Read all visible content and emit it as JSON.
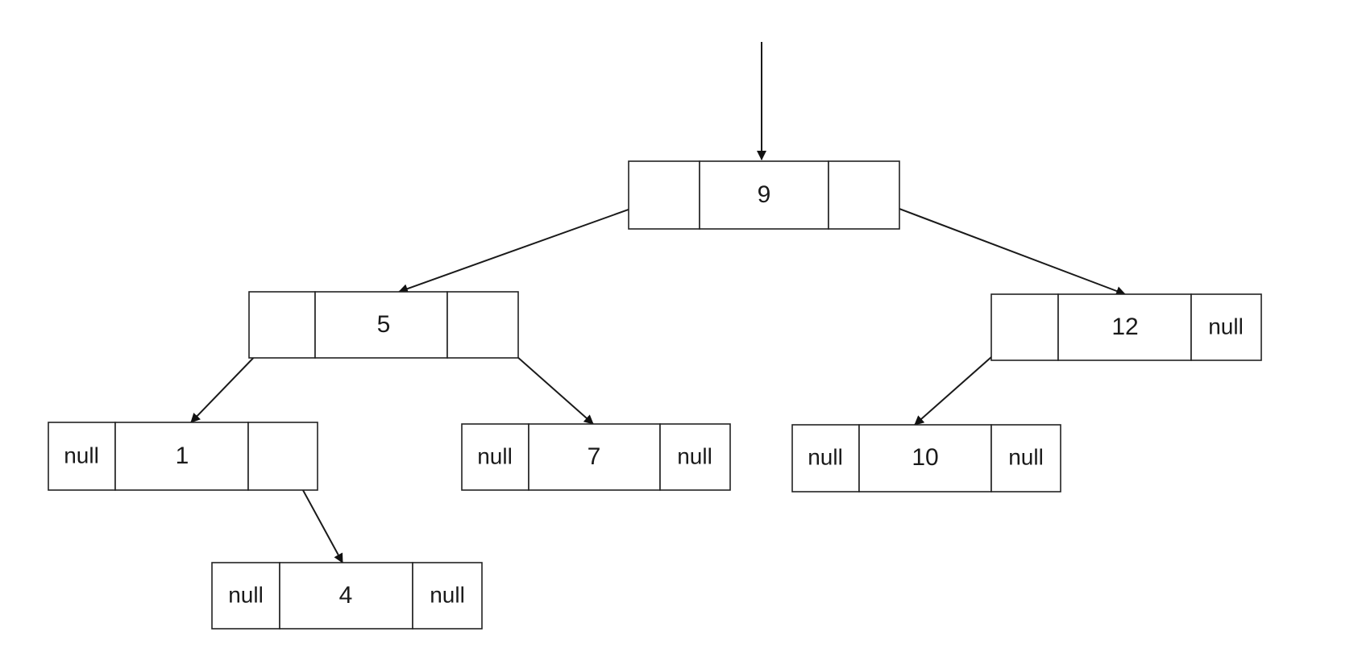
{
  "tree": {
    "root_pointer": {
      "icon": "arrow-down-icon"
    },
    "null_text": "null",
    "nodes": [
      {
        "id": "n9",
        "value": "9",
        "left": "n5",
        "right": "n12"
      },
      {
        "id": "n5",
        "value": "5",
        "left": "n1",
        "right": "n7"
      },
      {
        "id": "n12",
        "value": "12",
        "left": "n10",
        "right": null
      },
      {
        "id": "n1",
        "value": "1",
        "left": null,
        "right": "n4"
      },
      {
        "id": "n7",
        "value": "7",
        "left": null,
        "right": null
      },
      {
        "id": "n10",
        "value": "10",
        "left": null,
        "right": null
      },
      {
        "id": "n4",
        "value": "4",
        "left": null,
        "right": null
      }
    ]
  }
}
